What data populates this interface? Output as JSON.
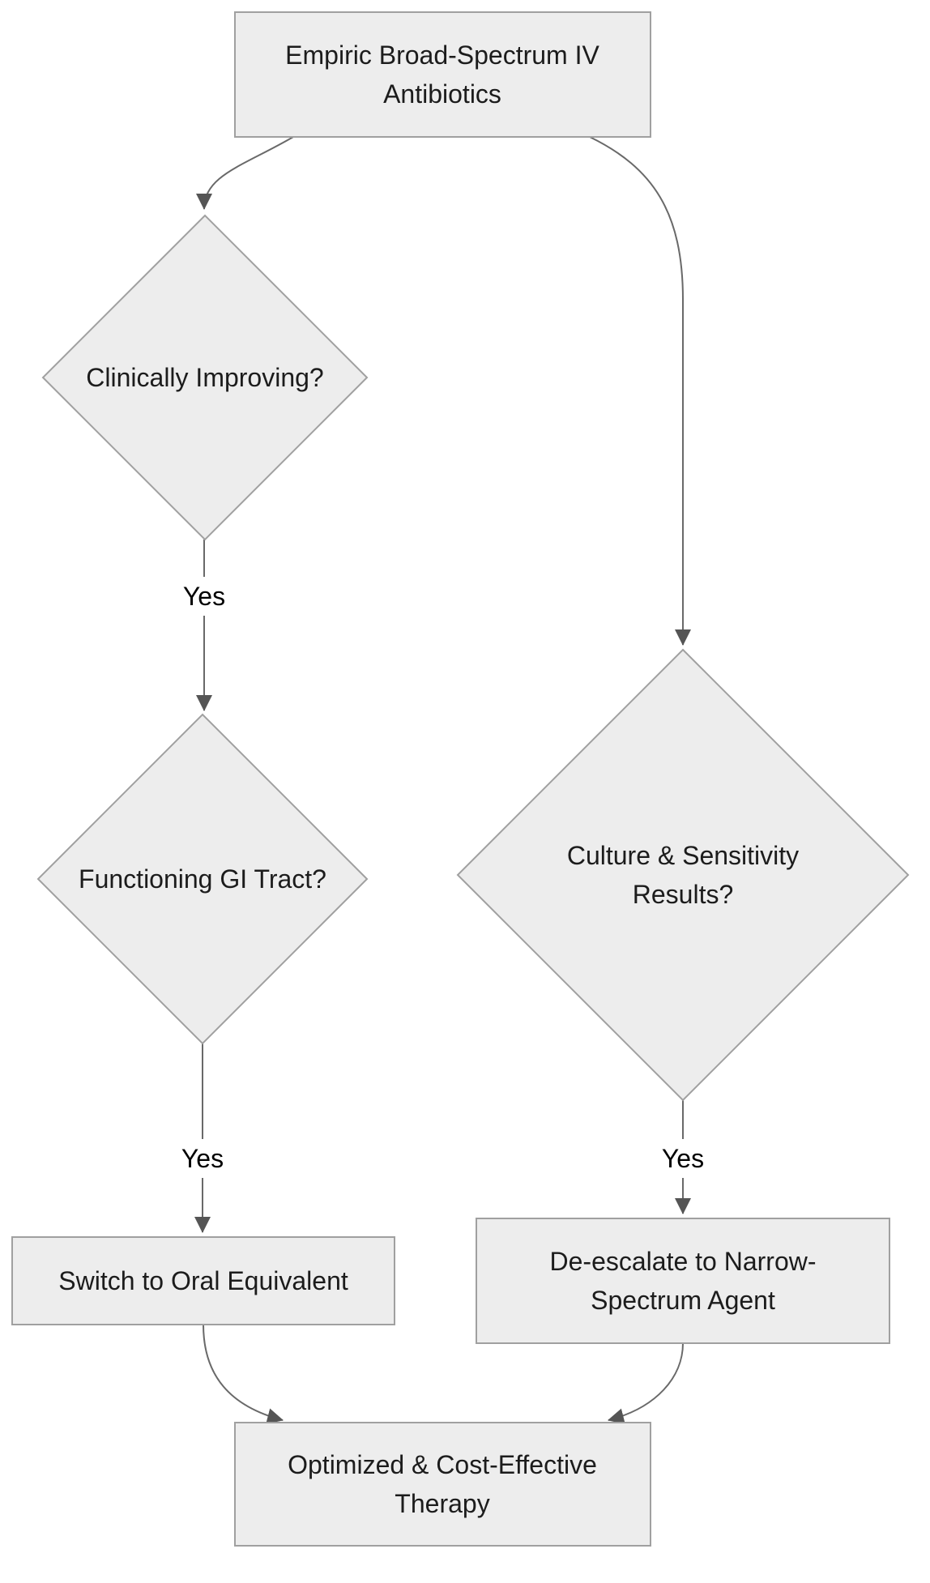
{
  "diagram": {
    "type": "flowchart",
    "direction": "top-down",
    "nodes": {
      "empiric": {
        "shape": "rectangle",
        "label": "Empiric Broad-Spectrum IV Antibiotics"
      },
      "clinically_improving": {
        "shape": "diamond",
        "label": "Clinically Improving?"
      },
      "functioning_gi": {
        "shape": "diamond",
        "label": "Functioning GI Tract?"
      },
      "culture_results": {
        "shape": "diamond",
        "label": "Culture & Sensitivity Results?"
      },
      "switch_oral": {
        "shape": "rectangle",
        "label": "Switch to Oral Equivalent"
      },
      "deescalate": {
        "shape": "rectangle",
        "label": "De-escalate to Narrow-Spectrum Agent"
      },
      "optimized": {
        "shape": "rectangle",
        "label": "Optimized & Cost-Effective Therapy"
      }
    },
    "edges": [
      {
        "from": "empiric",
        "to": "clinically_improving"
      },
      {
        "from": "empiric",
        "to": "culture_results"
      },
      {
        "from": "clinically_improving",
        "to": "functioning_gi",
        "label": "Yes"
      },
      {
        "from": "functioning_gi",
        "to": "switch_oral",
        "label": "Yes"
      },
      {
        "from": "culture_results",
        "to": "deescalate",
        "label": "Yes"
      },
      {
        "from": "switch_oral",
        "to": "optimized"
      },
      {
        "from": "deescalate",
        "to": "optimized"
      }
    ],
    "colors": {
      "background": "#ffffff",
      "node_fill": "#ededed",
      "node_border": "#a0a0a0",
      "edge_line": "#696969",
      "arrowhead": "#555555",
      "node_text": "#1c1c1c",
      "edge_label_text": "#000000"
    }
  }
}
